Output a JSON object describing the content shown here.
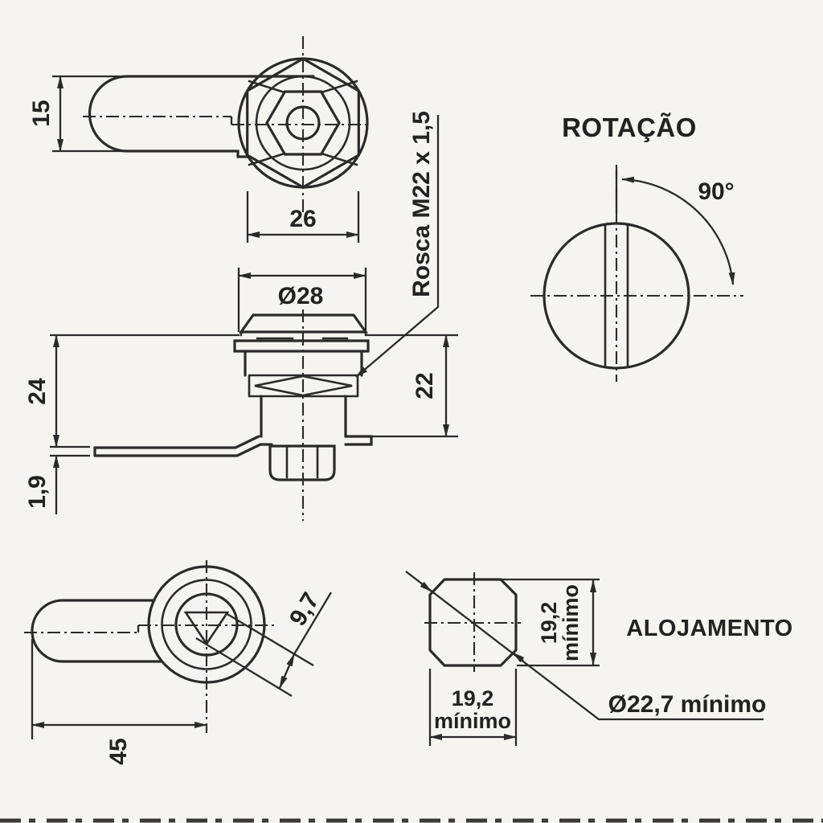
{
  "canvas": {
    "background": "#f5f4f1",
    "line_color": "#2a2a2a",
    "text_color": "#222222"
  },
  "views": {
    "top_view": {
      "dim_handle_width": "15",
      "dim_hex_flats": "26"
    },
    "side_view": {
      "dim_cap_diameter": "Ø28",
      "dim_total_height": "24",
      "dim_plate_thickness": "1,9",
      "dim_body_height": "22",
      "thread_label": "Rosca M22 x 1,5"
    },
    "rotation_view": {
      "title": "ROTAÇÃO",
      "angle": "90°"
    },
    "bottom_view": {
      "dim_handle_length": "45",
      "dim_triangle_depth": "9,7"
    },
    "housing_view": {
      "title": "ALOJAMENTO",
      "hole_width_value": "19,2",
      "hole_width_unit": "mínimo",
      "hole_height_value": "19,2",
      "hole_height_unit": "mínimo",
      "diagonal_label": "Ø22,7 mínimo"
    }
  }
}
